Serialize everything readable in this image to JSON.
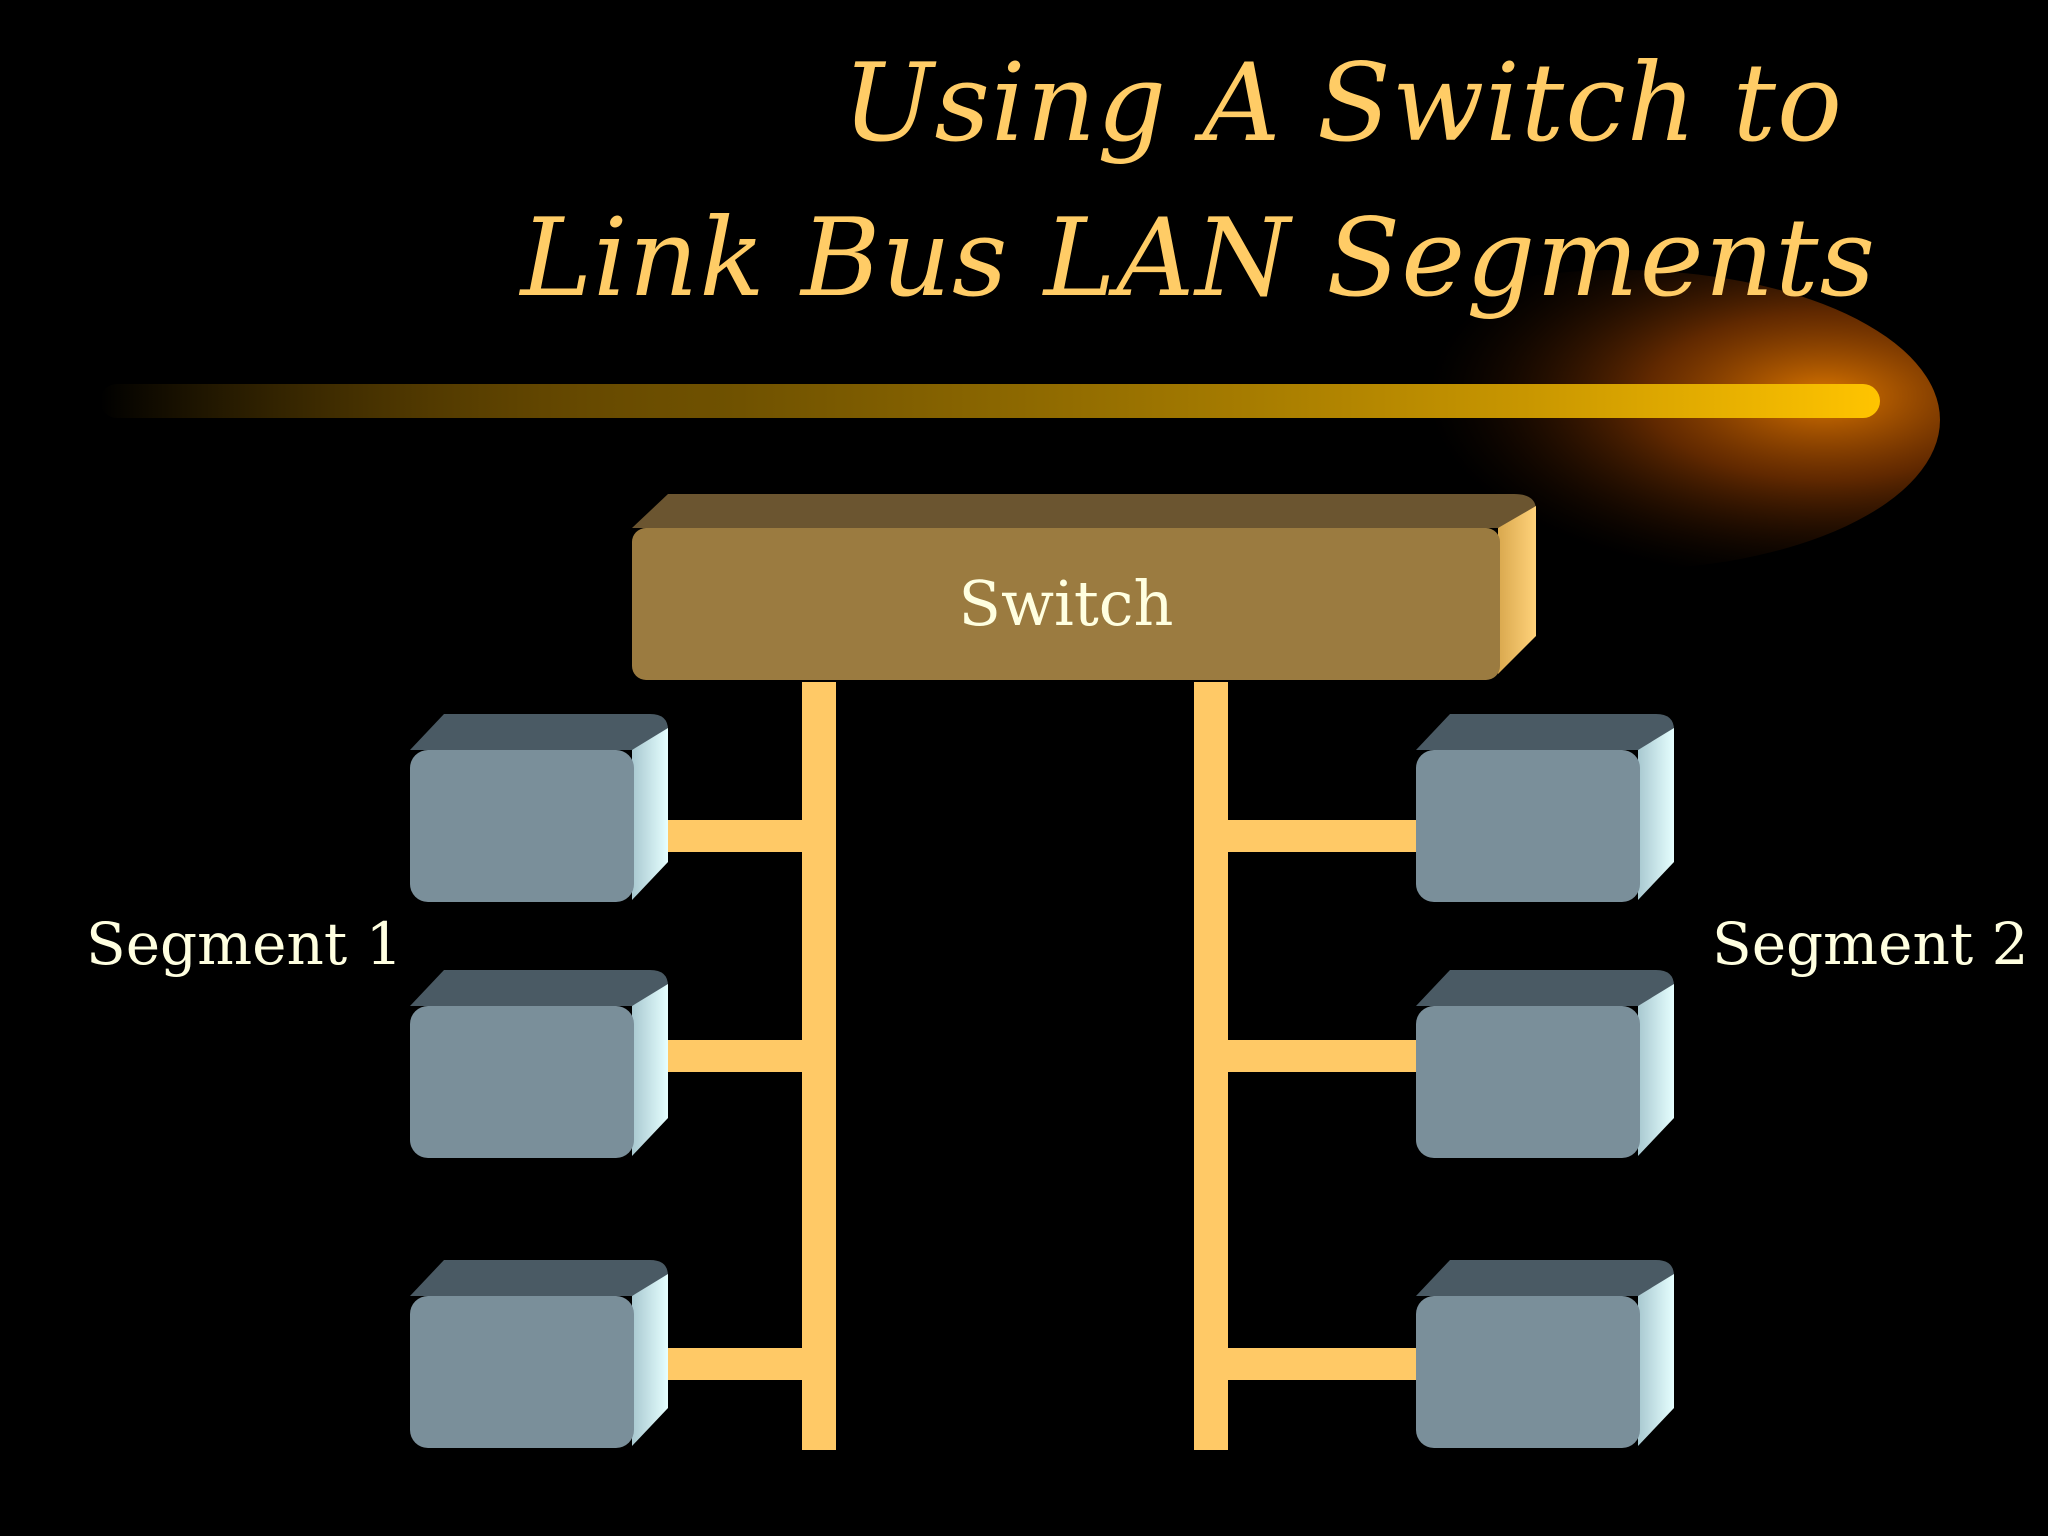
{
  "title": {
    "line1": "Using A Switch to",
    "line2": "Link Bus LAN Segments"
  },
  "switch_label": "Switch",
  "segments": [
    {
      "label": "Segment 1",
      "computers": 3
    },
    {
      "label": "Segment 2",
      "computers": 3
    }
  ],
  "colors": {
    "background": "#000000",
    "title": "#FFCC66",
    "label_text": "#FFFFE0",
    "bus_line": "#FFC966",
    "switch_face": "#9B7B40",
    "switch_top": "#6B5530",
    "switch_side": "#FFCC66",
    "computer_face": "#7A8F9A",
    "computer_top": "#4A5A64",
    "computer_side": "#E0FFFF"
  }
}
